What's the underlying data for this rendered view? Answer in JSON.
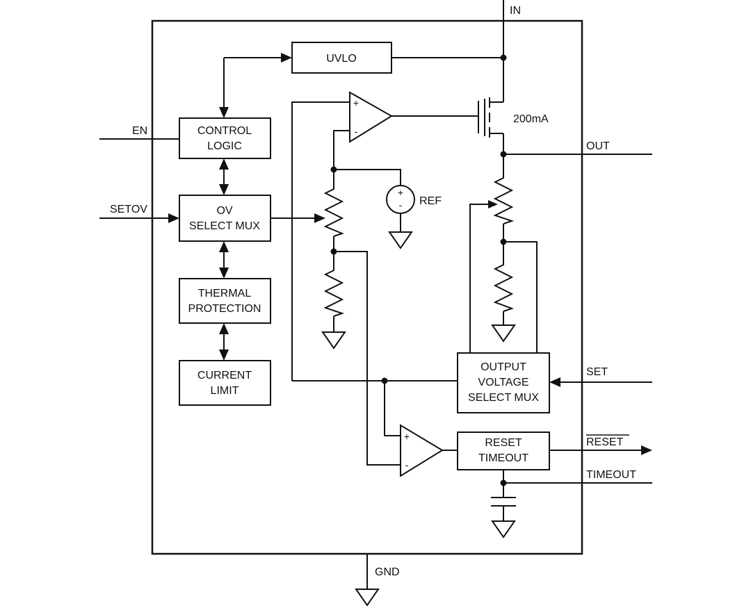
{
  "pins": {
    "in": "IN",
    "en": "EN",
    "setov": "SETOV",
    "out": "OUT",
    "set": "SET",
    "reset": "RESET",
    "timeout": "TIMEOUT",
    "gnd": "GND"
  },
  "blocks": {
    "uvlo": "UVLO",
    "control_logic": [
      "CONTROL",
      "LOGIC"
    ],
    "ov_select_mux": [
      "OV",
      "SELECT MUX"
    ],
    "thermal_protection": [
      "THERMAL",
      "PROTECTION"
    ],
    "current_limit": [
      "CURRENT",
      "LIMIT"
    ],
    "output_voltage_select_mux": [
      "OUTPUT",
      "VOLTAGE",
      "SELECT MUX"
    ],
    "reset_timeout": [
      "RESET",
      "TIMEOUT"
    ]
  },
  "components": {
    "pass_transistor_current": "200mA",
    "reference": "REF",
    "plus": "+",
    "minus": "-"
  }
}
